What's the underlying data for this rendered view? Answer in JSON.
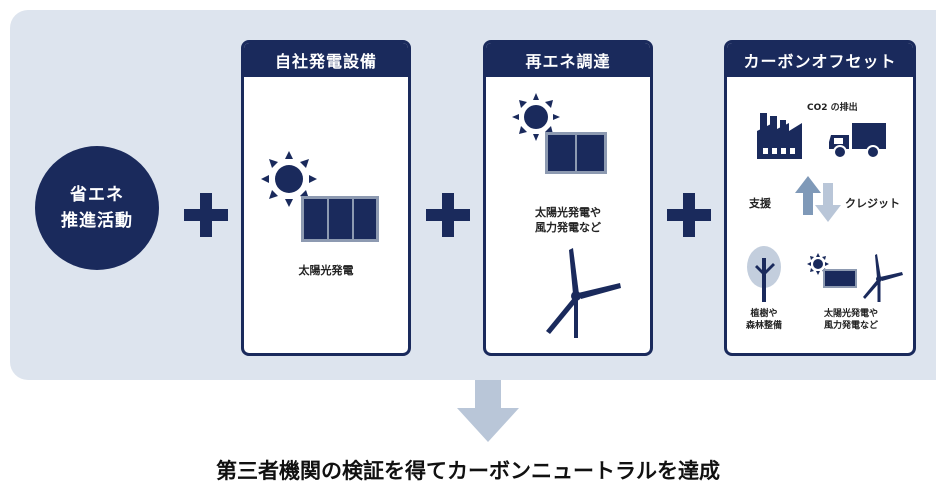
{
  "circle": {
    "line1": "省エネ",
    "line2": "推進活動"
  },
  "cards": [
    {
      "title": "自社発電設備",
      "labels": {
        "solar": "太陽光発電"
      }
    },
    {
      "title": "再エネ調達",
      "labels": {
        "line1": "太陽光発電や",
        "line2": "風力発電など"
      }
    },
    {
      "title": "カーボンオフセット",
      "labels": {
        "emission": "CO2 の排出",
        "support": "支援",
        "credit": "クレジット",
        "forest_line1": "植樹や",
        "forest_line2": "森林整備",
        "renew_line1": "太陽光発電や",
        "renew_line2": "風力発電など"
      }
    }
  ],
  "bottom": {
    "text": "第三者機関の検証を得てカーボンニュートラルを達成"
  },
  "colors": {
    "navy": "#1a2a5c",
    "panel": "#dde4ee",
    "arrow": "#b9c6d8",
    "up_arrow": "#7f99b8"
  }
}
